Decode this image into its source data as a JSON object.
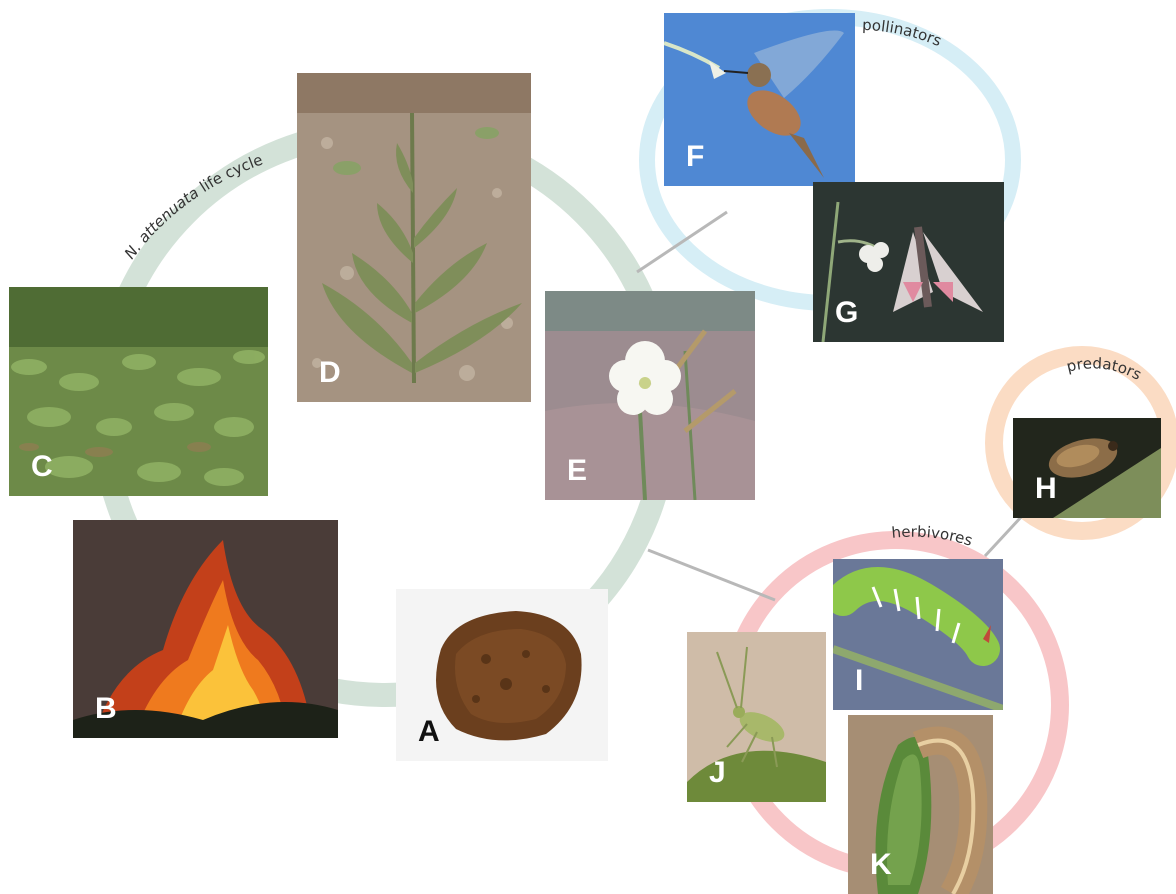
{
  "ring_labels": {
    "life_cycle_prefix": "N. attenuata",
    "life_cycle_suffix": " life cycle",
    "pollinators": "pollinators",
    "predators": "predators",
    "herbivores": "herbivores"
  },
  "panels": [
    {
      "id": "A",
      "label": "A",
      "subject": "seed"
    },
    {
      "id": "B",
      "label": "B",
      "subject": "wildfire"
    },
    {
      "id": "C",
      "label": "C",
      "subject": "field-of-rosettes"
    },
    {
      "id": "D",
      "label": "D",
      "subject": "elongating-plant"
    },
    {
      "id": "E",
      "label": "E",
      "subject": "white-flower"
    },
    {
      "id": "F",
      "label": "F",
      "subject": "hummingbird"
    },
    {
      "id": "G",
      "label": "G",
      "subject": "hawkmoth"
    },
    {
      "id": "H",
      "label": "H",
      "subject": "predatory-bug"
    },
    {
      "id": "I",
      "label": "I",
      "subject": "hornworm-caterpillar"
    },
    {
      "id": "J",
      "label": "J",
      "subject": "mirid-bug"
    },
    {
      "id": "K",
      "label": "K",
      "subject": "armyworm-caterpillar"
    }
  ],
  "colors": {
    "life_cycle_ring": "#d3e2d8",
    "pollinator_ring": "#d6eef6",
    "predator_ring": "#fbdcc4",
    "herbivore_ring": "#f8c6c8",
    "connector": "#b8b8b8",
    "panel_label": "#ffffff"
  }
}
